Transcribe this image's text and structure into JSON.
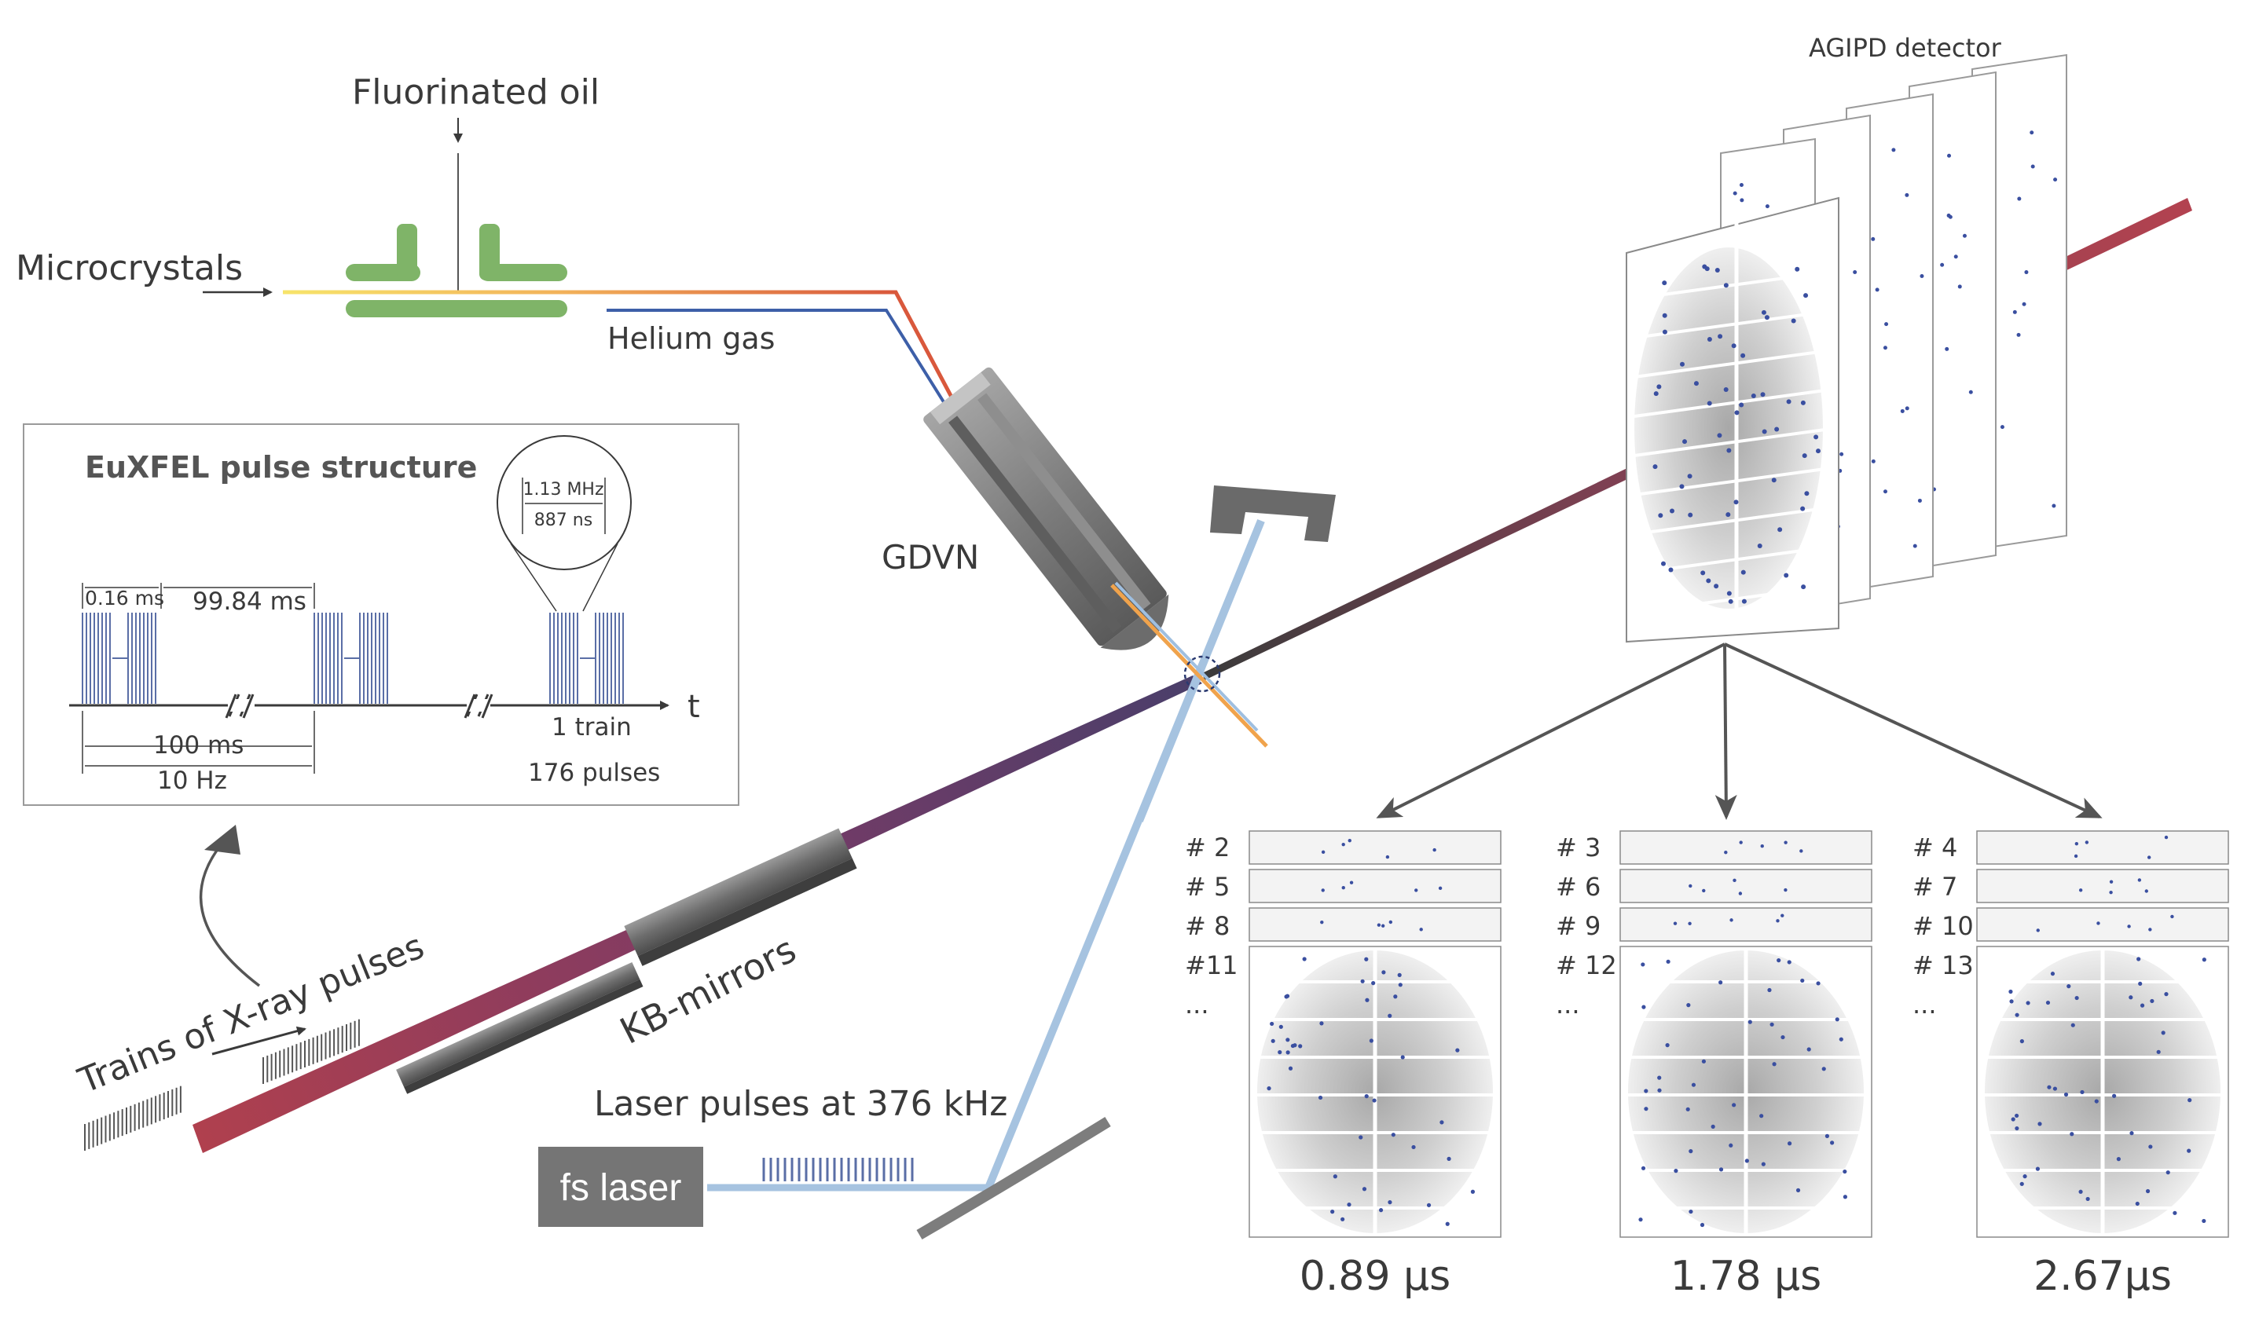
{
  "labels": {
    "fluorinated_oil": "Fluorinated oil",
    "microcrystals": "Microcrystals",
    "helium_gas": "Helium gas",
    "gdvn": "GDVN",
    "agipd_detector": "AGIPD detector",
    "kb_mirrors": "KB-mirrors",
    "xray_trains": "Trains of X-ray pulses",
    "laser_pulses": "Laser pulses at 376 kHz",
    "fs_laser": "fs laser"
  },
  "pulse_structure": {
    "title": "EuXFEL pulse structure",
    "freq_inner": "1.13 MHz",
    "spacing_inner": "887 ns",
    "short_span": "0.16 ms",
    "gap": "99.84 ms",
    "period": "100 ms",
    "rate": "10 Hz",
    "train": "1 train",
    "pulses": "176 pulses",
    "time_axis": "t"
  },
  "panels": [
    {
      "rows": [
        "# 2",
        "# 5",
        "# 8",
        "#11",
        "..."
      ],
      "delay": "0.89 µs"
    },
    {
      "rows": [
        "# 3",
        "# 6",
        "# 9",
        "# 12",
        "..."
      ],
      "delay": "1.78 µs"
    },
    {
      "rows": [
        "# 4",
        "# 7",
        "# 10",
        "# 13",
        "..."
      ],
      "delay": "2.67µs"
    }
  ],
  "colors": {
    "nozzle_green": "#7fb468",
    "xray_red": "#b0404e",
    "laser_blue": "#a6c3e0",
    "hardware_gray": "#7d7d7d",
    "pulse_blue": "#5a6ea6"
  }
}
